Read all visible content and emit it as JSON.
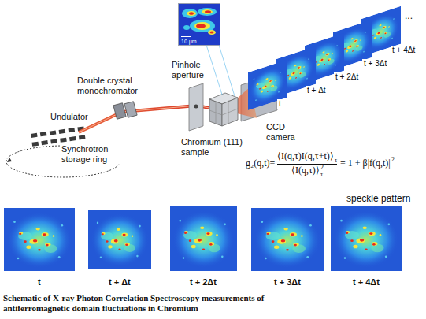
{
  "diagram": {
    "caption": "Schematic of X-ray Photon Correlation Spectroscopy measurements of antiferromagnetic domain fluctuations in Chromium",
    "nodes": [
      {
        "text": [
          "10 μm"
        ]
      }
    ],
    "labels": [
      "Undulator",
      "Double crystal monochromator",
      "Pinhole aperture",
      "Chromium (111) sample",
      "Synchrotron storage ring",
      "CCD camera",
      "t",
      "t + Δt",
      "t + 2Δt",
      "t + 3Δt",
      "t + 4Δt",
      "...",
      "g₂(q,t)=",
      "⟨I(q,τ)I(q,τ+t)⟩",
      "τ",
      "⟨I(q,τ)⟩",
      "τ",
      "2",
      "= 1 + β|f(q,t)|",
      "2",
      "speckle pattern",
      "t",
      "t + Δt",
      "t + 2Δt",
      "t + 3Δt",
      "t + 4Δt"
    ]
  }
}
